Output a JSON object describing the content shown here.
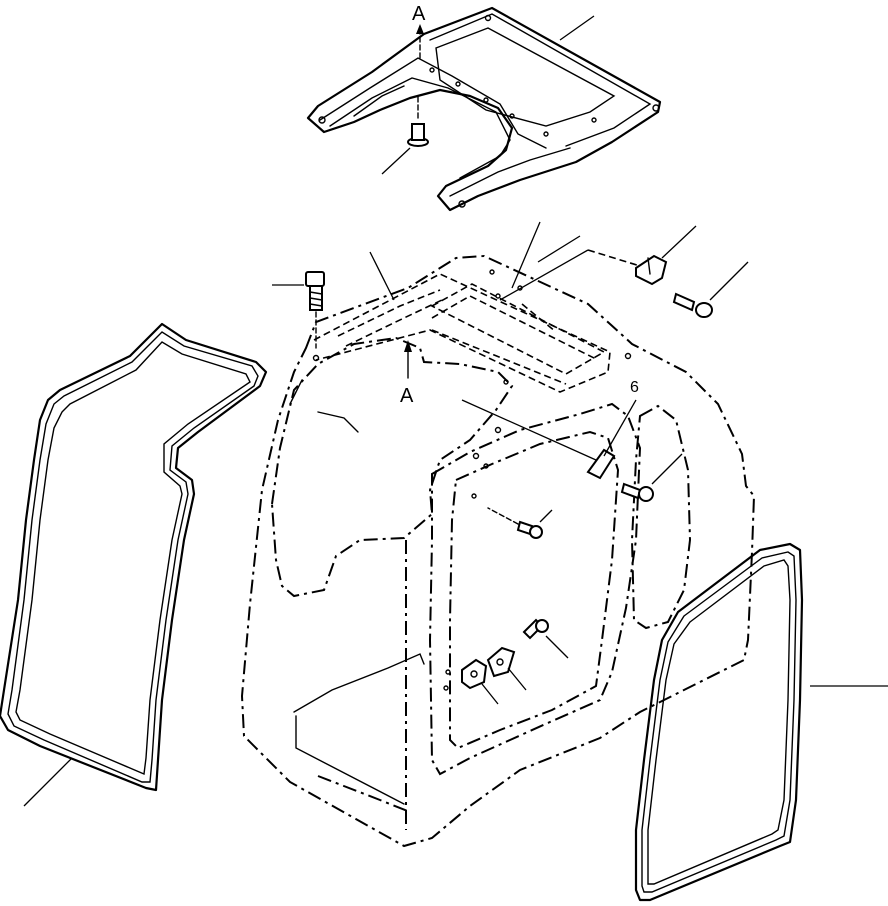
{
  "diagram": {
    "view_labels": {
      "top_arrow": "A",
      "cab_arrow": "A"
    },
    "small_digit": "6"
  }
}
